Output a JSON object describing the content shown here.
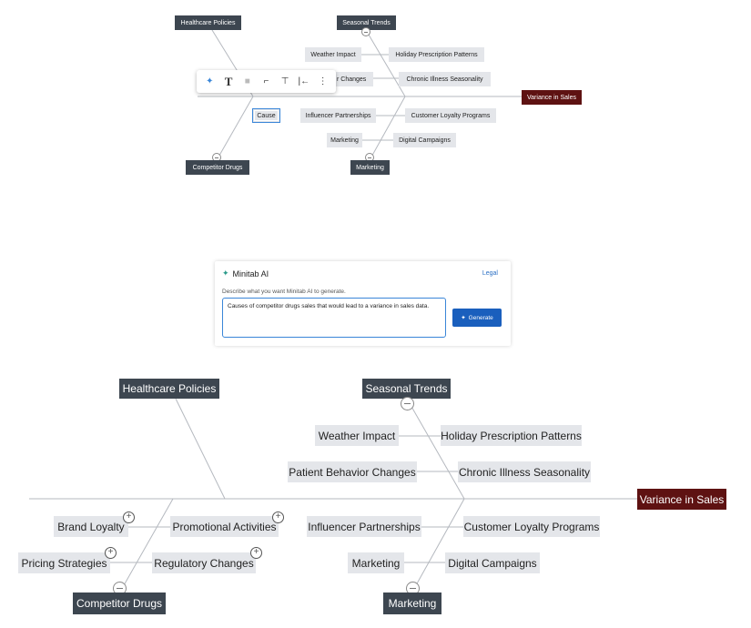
{
  "top": {
    "effect": "Variance in Sales",
    "categories": {
      "healthcare": "Healthcare Policies",
      "seasonal": "Seasonal Trends",
      "competitor": "Competitor Drugs",
      "marketing": "Marketing"
    },
    "causes": {
      "weather": "Weather Impact",
      "holiday": "Holiday Prescription Patterns",
      "patient_partial": "r Changes",
      "chronic": "Chronic Illness Seasonality",
      "influencer": "Influencer Partnerships",
      "loyalty": "Customer Loyalty Programs",
      "marketing": "Marketing",
      "digital": "Digital Campaigns",
      "cause_selected": "Cause"
    },
    "toolbar_icons": [
      "ai-sparkle-icon",
      "text-format-icon",
      "fill-color-icon",
      "line-style-icon",
      "align-icon",
      "indent-icon",
      "more-icon"
    ]
  },
  "panel": {
    "title": "Minitab AI",
    "legal": "Legal",
    "hint": "Describe what you want Minitab AI to generate.",
    "prompt": "Causes of competitor drugs sales that would lead to a variance in sales data.",
    "generate": "Generate"
  },
  "bottom": {
    "effect": "Variance in Sales",
    "categories": {
      "healthcare": "Healthcare Policies",
      "seasonal": "Seasonal Trends",
      "competitor": "Competitor Drugs",
      "marketing": "Marketing"
    },
    "causes": {
      "weather": "Weather Impact",
      "holiday": "Holiday Prescription Patterns",
      "patient": "Patient Behavior Changes",
      "chronic": "Chronic Illness Seasonality",
      "brand": "Brand Loyalty",
      "promo": "Promotional Activities",
      "pricing": "Pricing Strategies",
      "regulatory": "Regulatory Changes",
      "influencer": "Influencer Partnerships",
      "loyalty": "Customer Loyalty Programs",
      "marketing": "Marketing",
      "digital": "Digital Campaigns"
    }
  }
}
